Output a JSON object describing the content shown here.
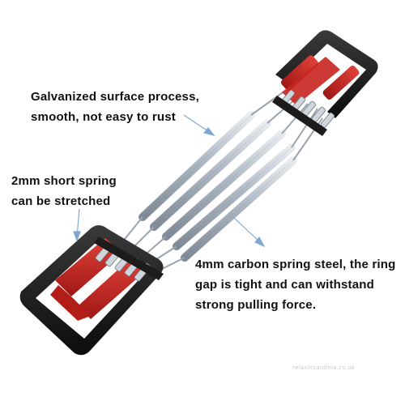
{
  "callouts": [
    {
      "lines": [
        "Galvanized surface process,",
        "smooth, not easy to rust"
      ]
    },
    {
      "lines": [
        "2mm short spring",
        "can be stretched"
      ]
    },
    {
      "lines": [
        "4mm carbon spring steel, the ring",
        "gap is tight and can withstand",
        "strong pulling force."
      ]
    }
  ],
  "watermark": "relaxinsardinia.co.uk",
  "colors": {
    "handle_black": "#1a1a1a",
    "handle_red": "#c8251f",
    "spring_steel": "#b9c2cc",
    "arrow_blue": "#7ea8d4",
    "text": "#111111"
  },
  "icons": {
    "arrows": "pointer-arrow-icon"
  }
}
